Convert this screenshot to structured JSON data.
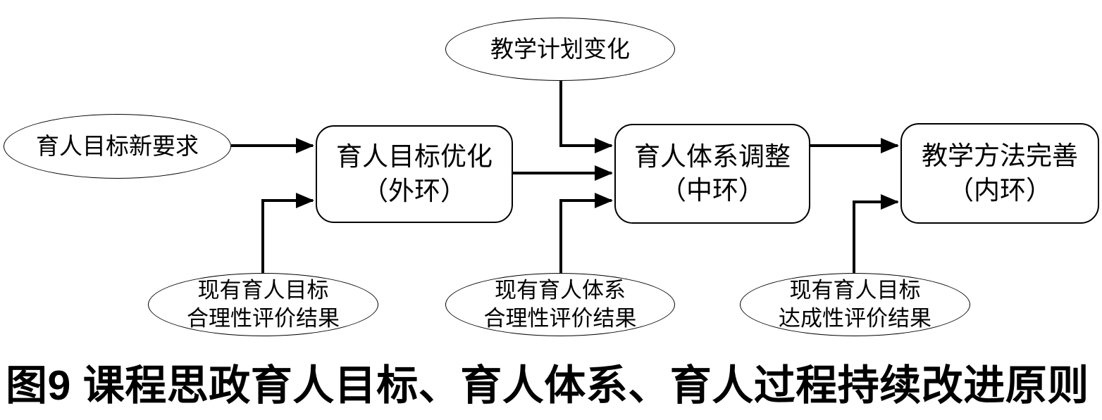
{
  "figure": {
    "caption": "图9 课程思政育人目标、育人体系、育人过程持续改进原则",
    "colors": {
      "stroke": "#000000",
      "background": "#ffffff",
      "text": "#000000"
    },
    "nodes": {
      "plan_change": {
        "shape": "ellipse",
        "label": "教学计划变化"
      },
      "new_requirements": {
        "shape": "ellipse",
        "label": "育人目标新要求"
      },
      "goal_optimization": {
        "shape": "rounded-rect",
        "line1": "育人目标优化",
        "line2": "（外环）"
      },
      "system_adjustment": {
        "shape": "rounded-rect",
        "line1": "育人体系调整",
        "line2": "（中环）"
      },
      "method_improvement": {
        "shape": "rounded-rect",
        "line1": "教学方法完善",
        "line2": "（内环）"
      },
      "goal_rationality": {
        "shape": "ellipse",
        "line1": "现有育人目标",
        "line2": "合理性评价结果"
      },
      "system_rationality": {
        "shape": "ellipse",
        "line1": "现有育人体系",
        "line2": "合理性评价结果"
      },
      "goal_achievement": {
        "shape": "ellipse",
        "line1": "现有育人目标",
        "line2": "达成性评价结果"
      }
    },
    "edges": [
      {
        "from": "new_requirements",
        "to": "goal_optimization"
      },
      {
        "from": "goal_rationality",
        "to": "goal_optimization"
      },
      {
        "from": "goal_optimization",
        "to": "system_adjustment"
      },
      {
        "from": "plan_change",
        "to": "system_adjustment"
      },
      {
        "from": "system_rationality",
        "to": "system_adjustment"
      },
      {
        "from": "system_adjustment",
        "to": "method_improvement"
      },
      {
        "from": "goal_achievement",
        "to": "method_improvement"
      }
    ]
  }
}
